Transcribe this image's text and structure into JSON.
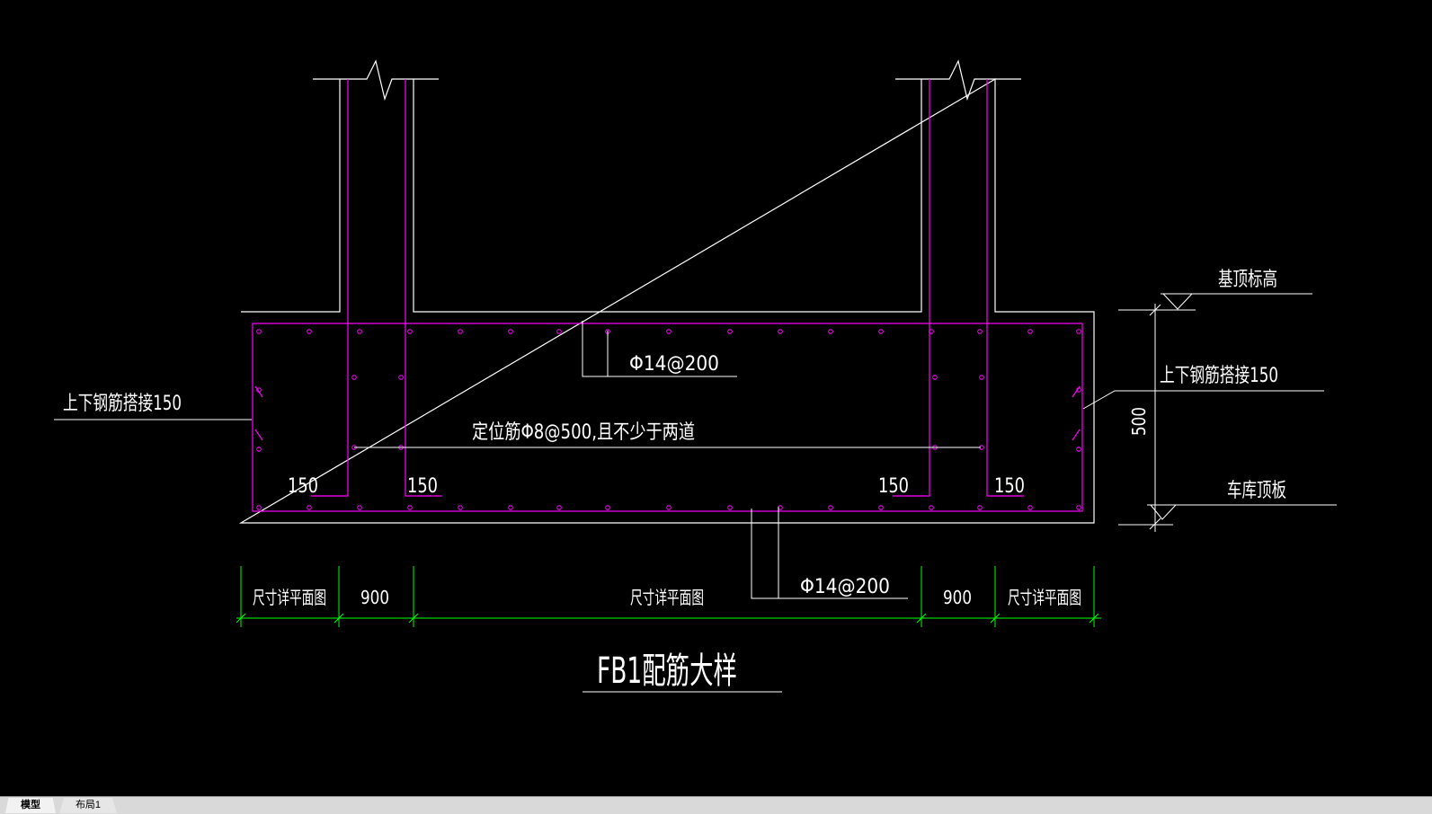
{
  "drawing": {
    "title": "FB1配筋大样",
    "labels": {
      "splice_left": "上下钢筋搭接150",
      "splice_right": "上下钢筋搭接150",
      "top_bar": "Φ14@200",
      "bottom_bar": "Φ14@200",
      "locating_bar": "定位筋Φ8@500,且不少于两道",
      "hook_1": "150",
      "hook_2": "150",
      "hook_3": "150",
      "hook_4": "150",
      "elev_top": "基顶标高",
      "elev_bottom": "车库顶板",
      "thickness": "500"
    },
    "dimensions": [
      "尺寸详平面图",
      "900",
      "尺寸详平面图",
      "900",
      "尺寸详平面图"
    ]
  },
  "tabs": [
    "模型",
    "布局1"
  ],
  "colors": {
    "background": "#000000",
    "concrete": "#ffffff",
    "rebar": "#ff00ff",
    "dimension": "#00ff00"
  }
}
